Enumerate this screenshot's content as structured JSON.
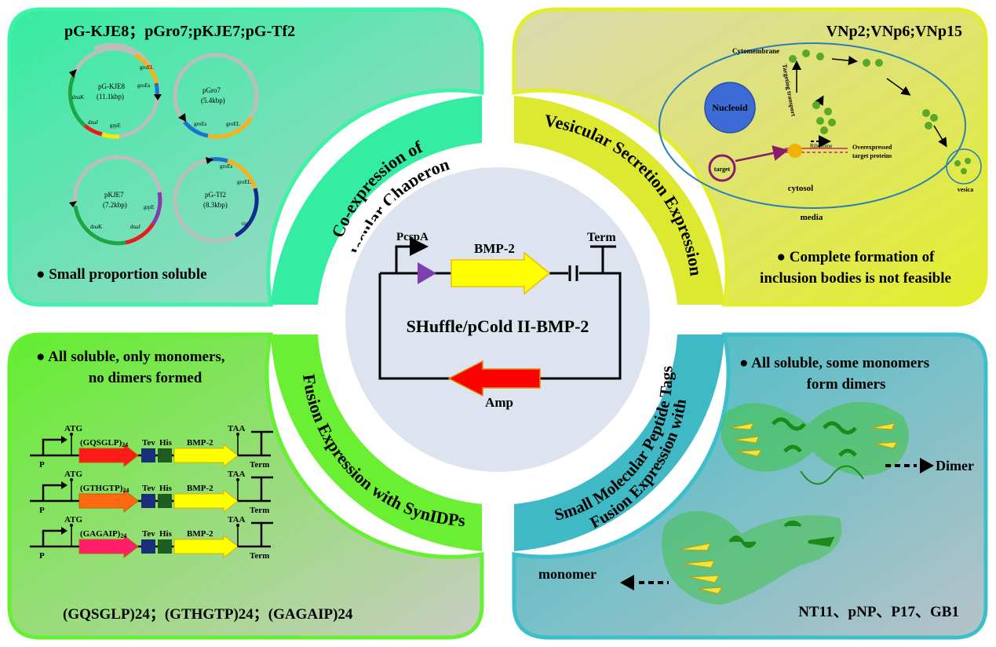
{
  "quadrants": {
    "top_left": {
      "title": "pG-KJE8；pGro7;pKJE7;pG-Tf2",
      "note": "● Small proportion soluble",
      "band_label_1": "Co-expression of",
      "band_label_2": "Molecular Chaperones",
      "plasmids": [
        {
          "name": "pG-KJE8",
          "size": "(11.1kbp)",
          "genes": [
            "groEL",
            "groEs",
            "dnaK",
            "dnaJ",
            "grpE"
          ]
        },
        {
          "name": "pGro7",
          "size": "(5.4kbp)",
          "genes": [
            "groEs",
            "groEL"
          ]
        },
        {
          "name": "pKJE7",
          "size": "(7.2kbp)",
          "genes": [
            "grpE",
            "dnaK",
            "dnaJ"
          ]
        },
        {
          "name": "pG-Tf2",
          "size": "(8.3kbp)",
          "genes": [
            "groEs",
            "groEL",
            "tig"
          ]
        }
      ]
    },
    "top_right": {
      "title": "VNp2;VNp6;VNp15",
      "note_line1": "● Complete formation of",
      "note_line2": "inclusion bodies is not feasible",
      "band_label": "Vesicular Secretion Expression",
      "labels": {
        "cytomembrane": "Cytomembrane",
        "nucleoid": "Nucleoid",
        "targeting": "Targeting transport",
        "ribosome": "Ribosome",
        "overexpressed_1": "Overexpressed",
        "overexpressed_2": "target proteins",
        "target": "target",
        "cytosol": "cytosol",
        "media": "media",
        "vesica": "vesica"
      }
    },
    "bottom_left": {
      "note_line1": "● All soluble, only monomers,",
      "note_line2": "no dimers formed",
      "band_label": "Fusion Expression with SynIDPs",
      "footer": "(GQSGLP)24；(GTHGTP)24；(GAGAIP)24",
      "constructs": [
        {
          "tag": "(GQSGLP)",
          "sub": "24",
          "color": "#ff1a1a"
        },
        {
          "tag": "(GTHGTP)",
          "sub": "24",
          "color": "#ff6a10"
        },
        {
          "tag": "(GAGAIP)",
          "sub": "24",
          "color": "#ff1e6a"
        }
      ],
      "labels": {
        "atg": "ATG",
        "taa": "TAA",
        "p": "P",
        "tev": "Tev",
        "his": "His",
        "bmp": "BMP-2",
        "term": "Term"
      }
    },
    "bottom_right": {
      "note_line1": "● All soluble, some monomers",
      "note_line2": "form dimers",
      "band_label_1": "Fusion Expression with",
      "band_label_2": "Small Molecular Peptide Tags",
      "dimer_label": "Dimer",
      "monomer_label": "monomer",
      "footer": "NT11、pNP、P17、GB1"
    }
  },
  "center": {
    "promoter": "PcspA",
    "gene": "BMP-2",
    "terminator": "Term",
    "construct": "SHuffle/pCold II-BMP-2",
    "resistance": "Amp"
  },
  "colors": {
    "tl_bg": "#3de9a4",
    "tr_bg": "#dde830",
    "bl_bg": "#6fec3a",
    "br_bg": "#3fb8c4",
    "center_bg": "#dde3ef"
  }
}
